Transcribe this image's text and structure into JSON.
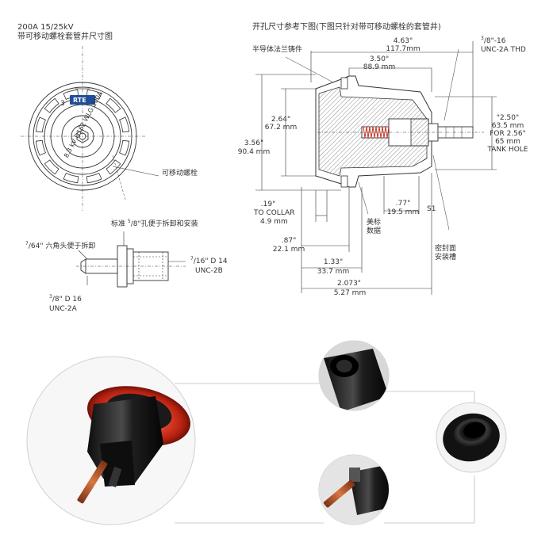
{
  "titles": {
    "main_line1": "200A 15/25kV",
    "main_line2": "带可移动螺栓套管井尺寸图",
    "right": "开孔尺寸参考下图(下图只针对带可移动螺栓的套管井)"
  },
  "front_view": {
    "rte_logo": "RTE",
    "number_mark": "3",
    "rating_text": "8.3 kV D162 WLG 200A",
    "callout_removable_bolt": "可移动螺栓"
  },
  "bolt_view": {
    "callout_standard_hole_a": "标准",
    "callout_standard_hole_num": "5",
    "callout_standard_hole_den": "/8\"",
    "callout_standard_hole_b": "孔便于拆卸和安装",
    "hex_num": "7",
    "hex_den": "/64\"",
    "hex_text": "六角头便于拆卸",
    "thread_right_num": "7",
    "thread_right_den": "/16\"",
    "thread_right_d": "D 14",
    "thread_right_spec": "UNC-2B",
    "thread_left_num": "3",
    "thread_left_den": "/8\"",
    "thread_left_d": "D 16",
    "thread_left_spec": "UNC-2A"
  },
  "section_view": {
    "label_semiconductor_flange": "半导体法兰铸件",
    "dim_463": "4.63\"",
    "dim_463_mm": "117.7mm",
    "dim_350": "3.50\"",
    "dim_350_mm": "88.9 mm",
    "thd_num": "3",
    "thd_den": "/8\"-16",
    "thd_spec": "UNC-2A THD",
    "dim_264": "2.64\"",
    "dim_264_mm": "67.2 mm",
    "dim_356": "3.56\"",
    "dim_356_mm": "90.4 mm",
    "dim_250": "\"2.50\"",
    "dim_250_mm": "63.5 mm",
    "dim_250_for": "FOR 2.56\"",
    "dim_250_mm2": "65 mm",
    "dim_250_tank": "TANK HOLE",
    "dim_019": ".19\"",
    "dim_019_to": "TO COLLAR",
    "dim_019_mm": "4.9 mm",
    "dim_077": ".77\"",
    "dim_077_mm": "19.5 mm",
    "s1": "S1",
    "label_nameplate_1": "美标",
    "label_nameplate_2": "数据",
    "dim_087": ".87\"",
    "dim_087_mm": "22.1 mm",
    "dim_133": "1.33\"",
    "dim_133_mm": "33.7 mm",
    "dim_2073": "2.073\"",
    "dim_2073_mm": "5.27 mm",
    "label_seal_1": "密封面",
    "label_seal_2": "安装槽"
  },
  "colors": {
    "line": "#333333",
    "photo_red": "#c42a1a",
    "photo_black": "#1a1a1a",
    "copper": "#b5562a"
  }
}
